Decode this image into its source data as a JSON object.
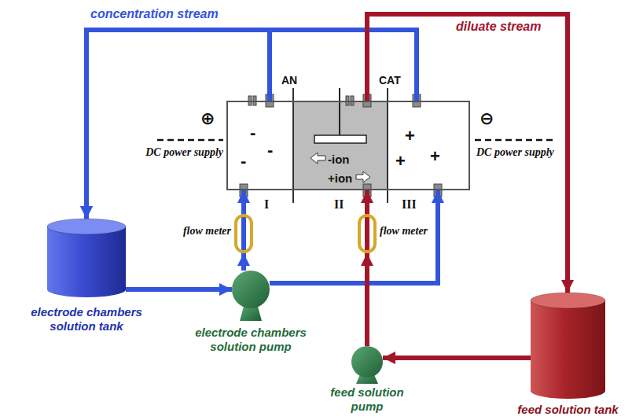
{
  "diagram": {
    "nodes": [
      {
        "text": [
          "-",
          "-",
          "-",
          "I"
        ]
      },
      {
        "text": [
          "-ion",
          "+ion",
          "II"
        ]
      },
      {
        "text": [
          "+",
          "+",
          "+",
          "III"
        ]
      },
      {
        "text": [
          "electrode chambers solution tank"
        ]
      },
      {
        "text": [
          "electrode chambers solution pump"
        ]
      },
      {
        "text": [
          "flow meter"
        ]
      },
      {
        "text": [
          "flow meter"
        ]
      },
      {
        "text": [
          "feed solution pump"
        ]
      },
      {
        "text": [
          "feed solution tank"
        ]
      }
    ],
    "edges": [
      {
        "from": 3,
        "to": 4,
        "arrow": "to"
      },
      {
        "from": 4,
        "to": 5,
        "arrow": "to"
      },
      {
        "from": 5,
        "to": 0,
        "arrow": "to"
      },
      {
        "from": 4,
        "to": 2,
        "arrow": "to"
      },
      {
        "from": 0,
        "to": 3,
        "arrow": "to"
      },
      {
        "from": 2,
        "to": 3,
        "arrow": "to"
      },
      {
        "from": 8,
        "to": 7,
        "arrow": "to"
      },
      {
        "from": 7,
        "to": 6,
        "arrow": "to"
      },
      {
        "from": 6,
        "to": 1,
        "arrow": "to"
      },
      {
        "from": 1,
        "to": 8,
        "arrow": "to"
      }
    ],
    "labels": [
      "concentration stream",
      "diluate stream",
      "AN",
      "CAT",
      "⊕",
      "DC power supply",
      "⊖",
      "DC power supply"
    ]
  }
}
